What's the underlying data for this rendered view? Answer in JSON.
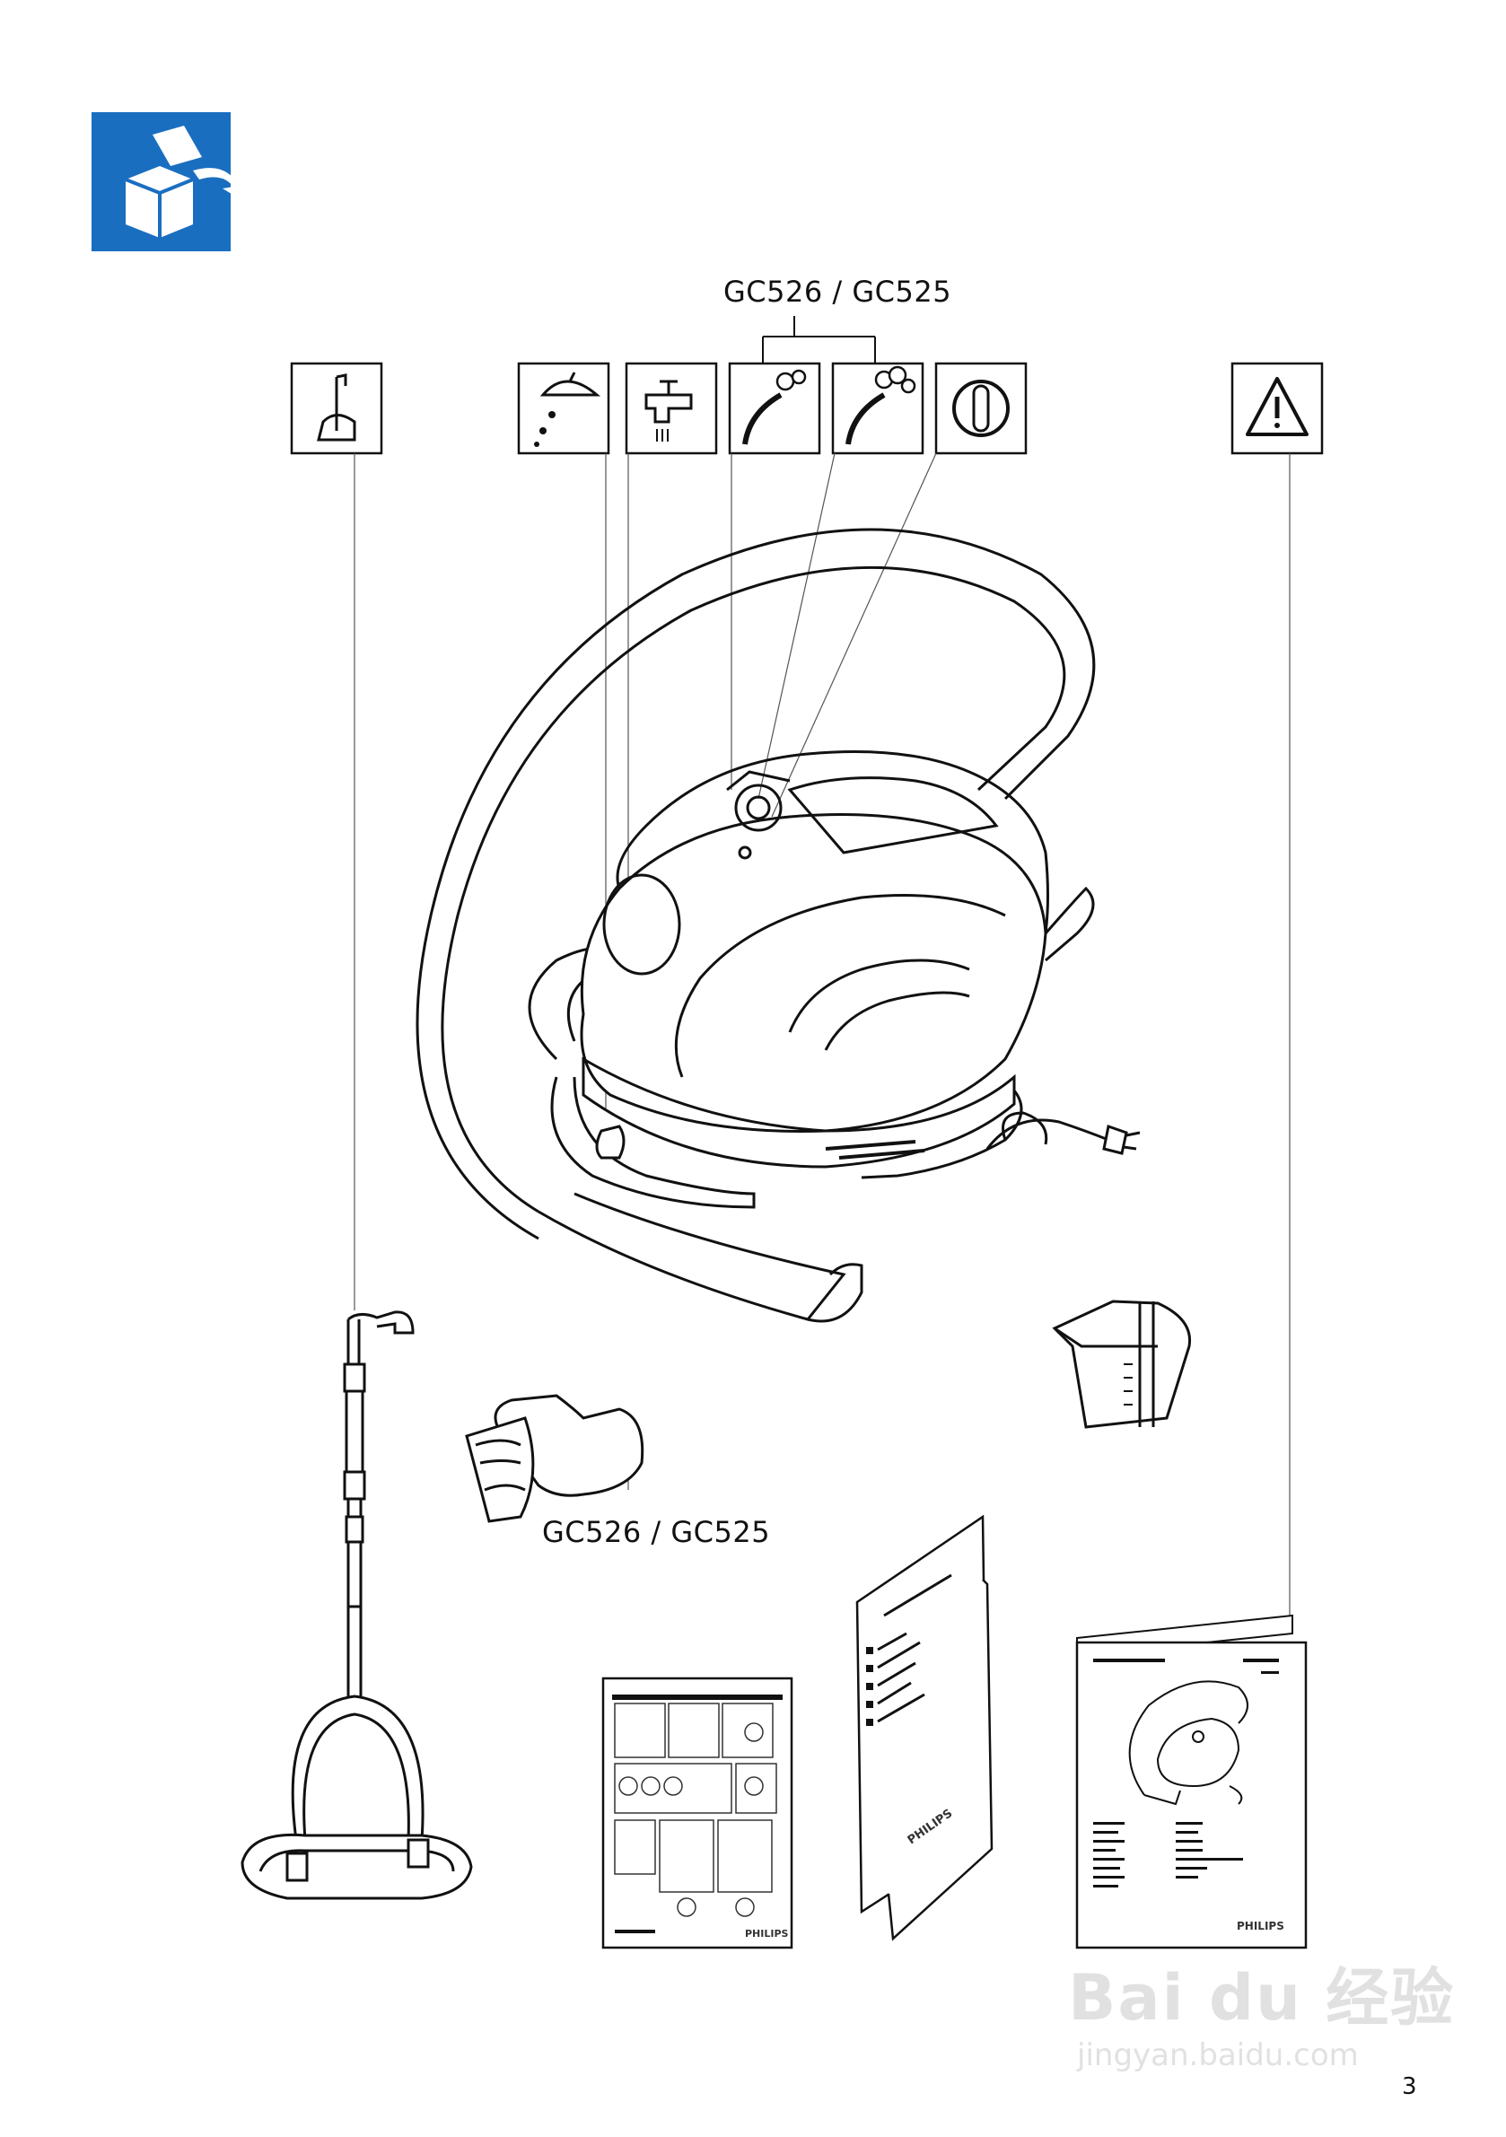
{
  "header": {
    "icon": "unpack-box-icon",
    "accent_color": "#1a6ec0"
  },
  "labels": {
    "model_top": "GC526 / GC525",
    "model_mid": "GC526 / GC525"
  },
  "symbols": [
    {
      "name": "stand-icon"
    },
    {
      "name": "steam-plate-drip-icon"
    },
    {
      "name": "tap-water-icon"
    },
    {
      "name": "steam-hose-icon"
    },
    {
      "name": "steam-hose-max-icon"
    },
    {
      "name": "power-button-icon"
    },
    {
      "name": "warning-icon"
    }
  ],
  "accessories": {
    "manual_brand": "PHILIPS",
    "leaflet_brand": "PHILIPS",
    "booklet_brand": "PHILIPS"
  },
  "watermark": {
    "brand": "Bai du 经验",
    "url": "jingyan.baidu.com"
  },
  "page_number": "3"
}
